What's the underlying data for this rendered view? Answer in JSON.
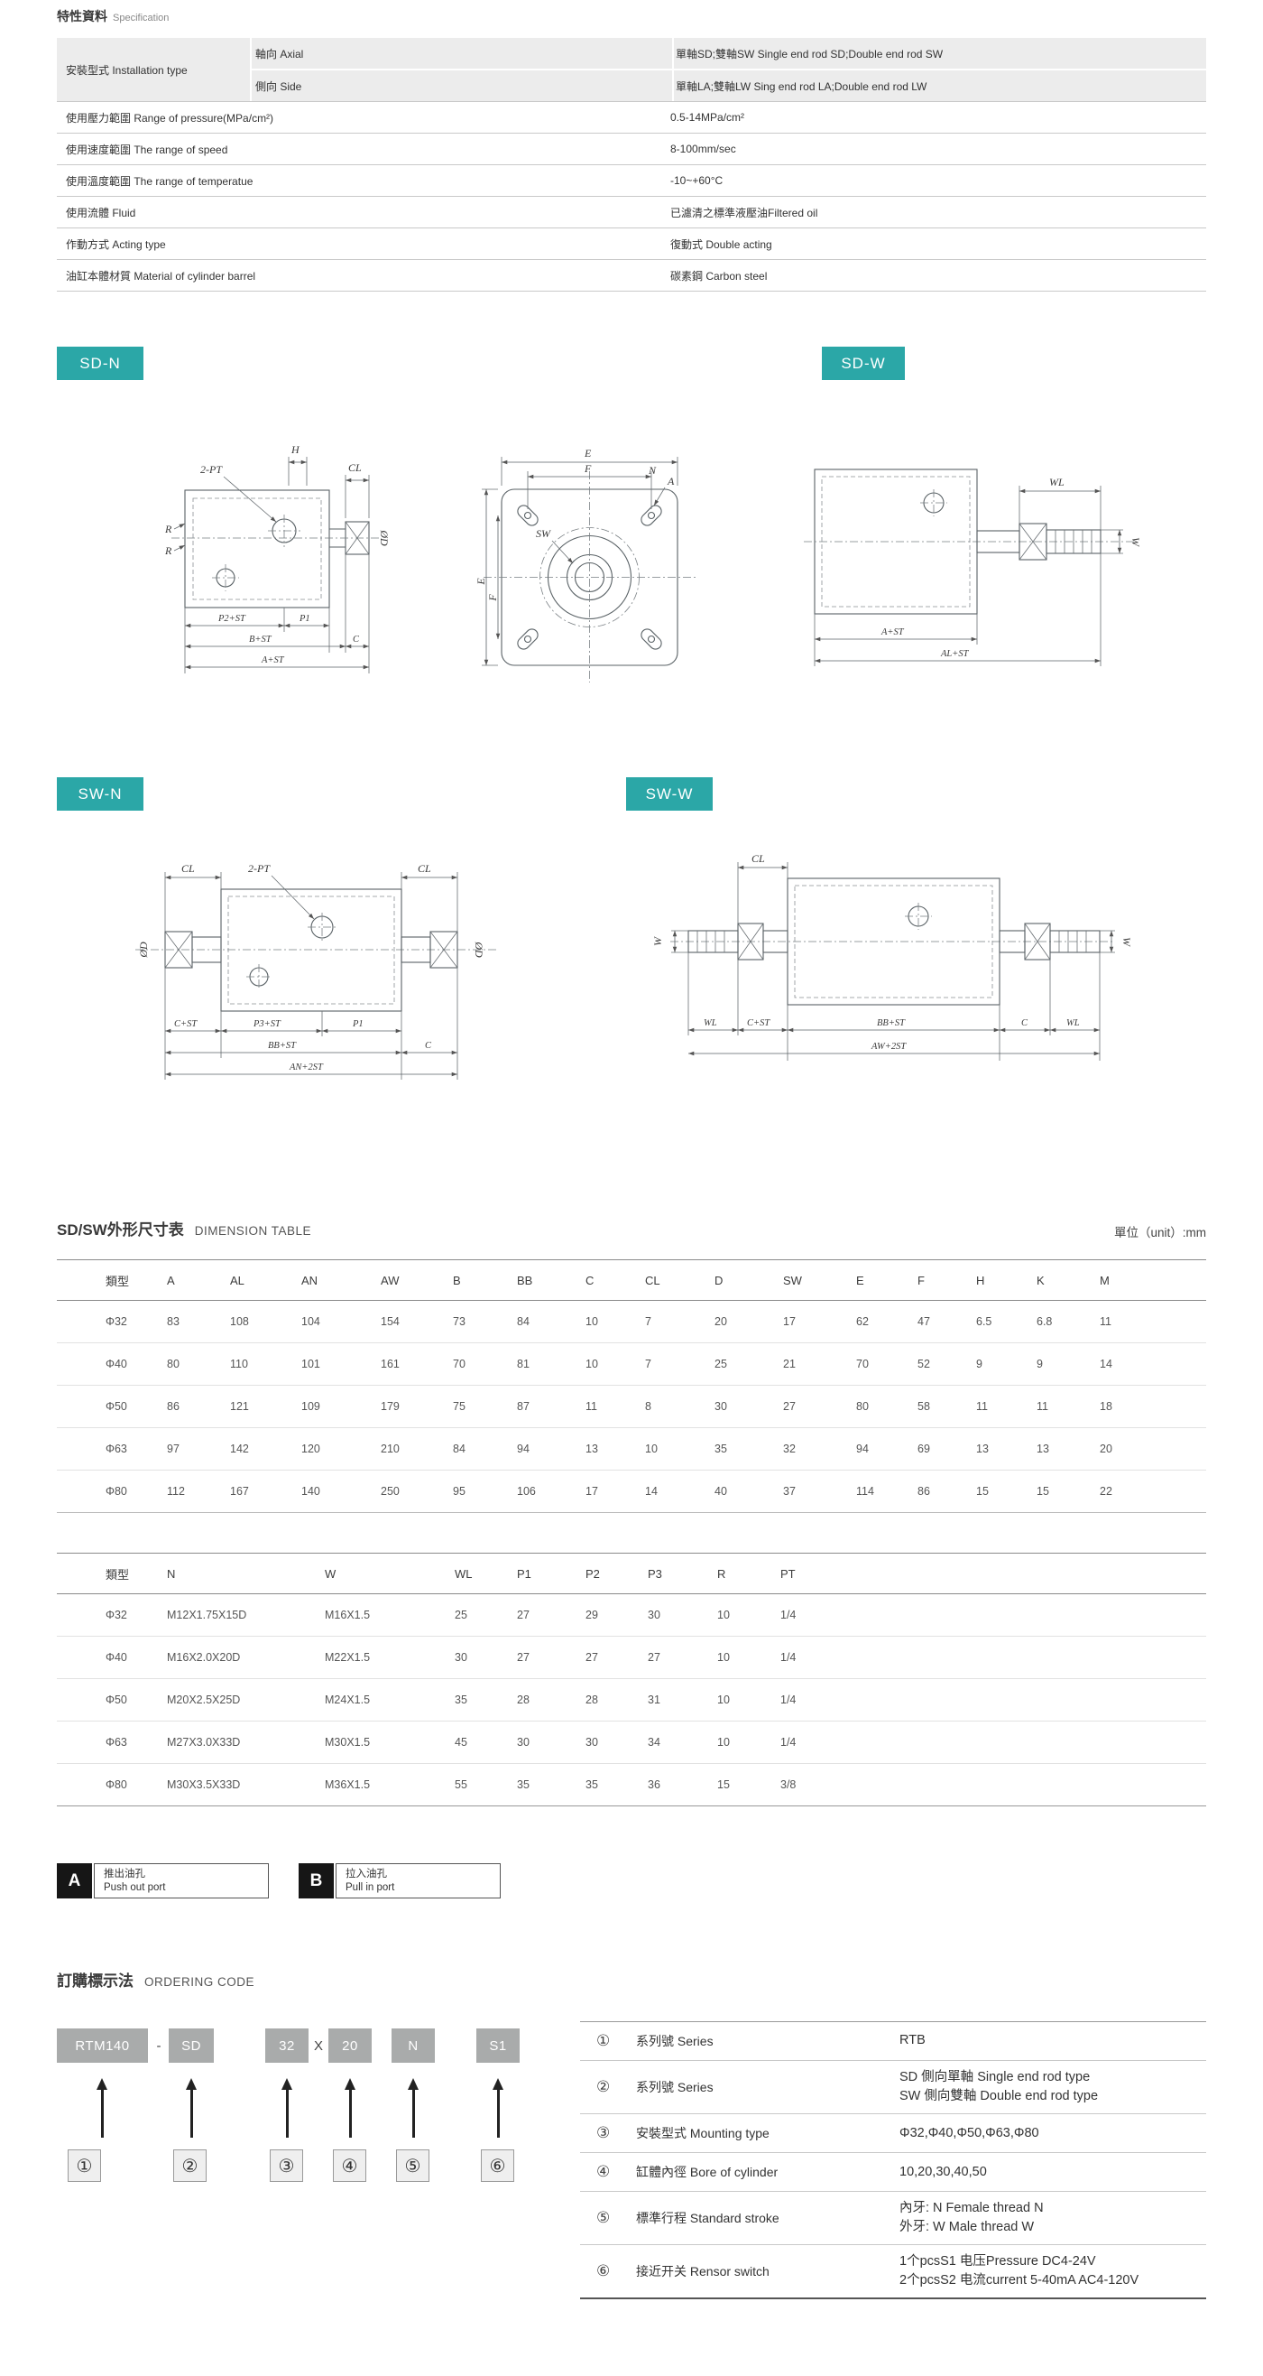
{
  "spec": {
    "title_zh": "特性資料",
    "title_en": "Specification",
    "install_label": "安裝型式  Installation type",
    "install_rows": [
      {
        "dir": "軸向  Axial",
        "value": "單軸SD;雙軸SW Single end rod SD;Double end rod SW"
      },
      {
        "dir": "側向  Side",
        "value": "單軸LA;雙軸LW Sing end rod LA;Double end rod LW"
      }
    ],
    "rows": [
      {
        "label": "使用壓力範圍  Range of  pressure(MPa/cm²)",
        "value": "0.5-14MPa/cm²"
      },
      {
        "label": "使用速度範圍  The range of speed",
        "value": "8-100mm/sec"
      },
      {
        "label": "使用溫度範圍  The range of temperatue",
        "value": "-10~+60°C"
      },
      {
        "label": "使用流體  Fluid",
        "value": "已濾清之標準液壓油Filtered oil"
      },
      {
        "label": "作動方式  Acting type",
        "value": "復動式  Double acting"
      },
      {
        "label": "油缸本體材質  Material of cylinder barrel",
        "value": "碳素鋼  Carbon steel"
      }
    ]
  },
  "drawings": {
    "sd_n": {
      "tag": "SD-N",
      "side": {
        "pt2": "2-PT",
        "h": "H",
        "cl": "CL",
        "od": "ØD",
        "r": "R",
        "p2st": "P2+ST",
        "p1": "P1",
        "bst": "B+ST",
        "c": "C",
        "ast": "A+ST"
      },
      "front": {
        "e": "E",
        "f": "F",
        "sw": "SW",
        "n": "N",
        "a": "A"
      }
    },
    "sd_w": {
      "tag": "SD-W",
      "labels": {
        "wl": "WL",
        "w": "W",
        "ast": "A+ST",
        "alst": "AL+ST"
      }
    },
    "sw_n": {
      "tag": "SW-N",
      "labels": {
        "cl": "CL",
        "pt2": "2-PT",
        "od": "ØD",
        "cst": "C+ST",
        "p3st": "P3+ST",
        "p1": "P1",
        "bbst": "BB+ST",
        "c": "C",
        "an2st": "AN+2ST"
      }
    },
    "sw_w": {
      "tag": "SW-W",
      "labels": {
        "cl": "CL",
        "w": "W",
        "wl": "WL",
        "cst": "C+ST",
        "bbst": "BB+ST",
        "c": "C",
        "aw2st": "AW+2ST"
      }
    }
  },
  "dim": {
    "title_zh": "SD/SW外形尺寸表",
    "title_en": "DIMENSION TABLE",
    "unit": "單位（unit）:mm"
  },
  "dimension_table": {
    "table1": {
      "headers": [
        "類型",
        "A",
        "AL",
        "AN",
        "AW",
        "B",
        "BB",
        "C",
        "CL",
        "D",
        "SW",
        "E",
        "F",
        "H",
        "K",
        "M"
      ],
      "rows": [
        {
          "type": "Φ32",
          "values": [
            "83",
            "108",
            "104",
            "154",
            "73",
            "84",
            "10",
            "7",
            "20",
            "17",
            "62",
            "47",
            "6.5",
            "6.8",
            "11"
          ]
        },
        {
          "type": "Φ40",
          "values": [
            "80",
            "110",
            "101",
            "161",
            "70",
            "81",
            "10",
            "7",
            "25",
            "21",
            "70",
            "52",
            "9",
            "9",
            "14"
          ]
        },
        {
          "type": "Φ50",
          "values": [
            "86",
            "121",
            "109",
            "179",
            "75",
            "87",
            "11",
            "8",
            "30",
            "27",
            "80",
            "58",
            "11",
            "11",
            "18"
          ]
        },
        {
          "type": "Φ63",
          "values": [
            "97",
            "142",
            "120",
            "210",
            "84",
            "94",
            "13",
            "10",
            "35",
            "32",
            "94",
            "69",
            "13",
            "13",
            "20"
          ]
        },
        {
          "type": "Φ80",
          "values": [
            "112",
            "167",
            "140",
            "250",
            "95",
            "106",
            "17",
            "14",
            "40",
            "37",
            "114",
            "86",
            "15",
            "15",
            "22"
          ]
        }
      ]
    },
    "table2": {
      "headers": [
        "類型",
        "N",
        "W",
        "WL",
        "P1",
        "P2",
        "P3",
        "R",
        "PT"
      ],
      "rows": [
        {
          "type": "Φ32",
          "values": [
            "M12X1.75X15D",
            "M16X1.5",
            "25",
            "27",
            "29",
            "30",
            "10",
            "1/4"
          ]
        },
        {
          "type": "Φ40",
          "values": [
            "M16X2.0X20D",
            "M22X1.5",
            "30",
            "27",
            "27",
            "27",
            "10",
            "1/4"
          ]
        },
        {
          "type": "Φ50",
          "values": [
            "M20X2.5X25D",
            "M24X1.5",
            "35",
            "28",
            "28",
            "31",
            "10",
            "1/4"
          ]
        },
        {
          "type": "Φ63",
          "values": [
            "M27X3.0X33D",
            "M30X1.5",
            "45",
            "30",
            "30",
            "34",
            "10",
            "1/4"
          ]
        },
        {
          "type": "Φ80",
          "values": [
            "M30X3.5X33D",
            "M36X1.5",
            "55",
            "35",
            "35",
            "36",
            "15",
            "3/8"
          ]
        }
      ]
    }
  },
  "ports": {
    "a_key": "A",
    "a_zh": "推出油孔",
    "a_en": "Push out port",
    "b_key": "B",
    "b_zh": "拉入油孔",
    "b_en": "Pull in port"
  },
  "ordering": {
    "title_zh": "訂購標示法",
    "title_en": "ORDERING CODE",
    "code_items": [
      {
        "key": "series",
        "text": "RTM140",
        "box": true
      },
      {
        "key": "dash",
        "text": "-",
        "box": false
      },
      {
        "key": "type",
        "text": "SD",
        "box": true
      },
      {
        "key": "bore",
        "text": "32",
        "box": true
      },
      {
        "key": "x",
        "text": "X",
        "box": false
      },
      {
        "key": "stroke",
        "text": "20",
        "box": true
      },
      {
        "key": "thread",
        "text": "N",
        "box": true
      },
      {
        "key": "switch",
        "text": "S1",
        "box": true
      }
    ],
    "nums": [
      "①",
      "②",
      "③",
      "④",
      "⑤",
      "⑥"
    ],
    "legend": [
      {
        "num": "①",
        "label": "系列號 Series",
        "value_lines": [
          "RTB"
        ]
      },
      {
        "num": "②",
        "label": "系列號 Series",
        "value_lines": [
          "SD  側向單軸 Single end rod type",
          "SW  側向雙軸 Double end rod type"
        ]
      },
      {
        "num": "③",
        "label": "安裝型式 Mounting type",
        "value_lines": [
          "Φ32,Φ40,Φ50,Φ63,Φ80"
        ]
      },
      {
        "num": "④",
        "label": "缸體內徑 Bore of cylinder",
        "value_lines": [
          "10,20,30,40,50"
        ]
      },
      {
        "num": "⑤",
        "label": "標準行程 Standard stroke",
        "value_lines": [
          "內牙: N Female thread N",
          "外牙: W Male thread W"
        ]
      },
      {
        "num": "⑥",
        "label": "接近开关 Rensor switch",
        "value_lines": [
          "1个pcsS1 电压Pressure DC4-24V",
          "2个pcsS2 电流current 5-40mA AC4-120V"
        ]
      }
    ]
  }
}
